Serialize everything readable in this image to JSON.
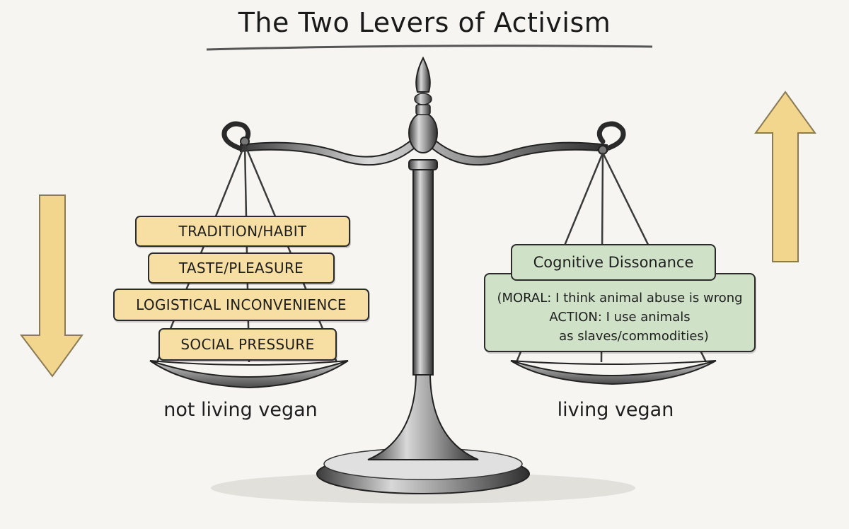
{
  "title": "The Two Levers of Activism",
  "left_pan": {
    "items": [
      "TRADITION/HABIT",
      "TASTE/PLEASURE",
      "LOGISTICAL INCONVENIENCE",
      "SOCIAL PRESSURE"
    ],
    "label": "not living vegan",
    "color": "#f7dfa3"
  },
  "right_pan": {
    "heading": "Cognitive Dissonance",
    "lines": [
      "(MORAL: I think animal abuse is wrong",
      "ACTION: I use animals",
      "as slaves/commodities)"
    ],
    "label": "living vegan",
    "color": "#cfe2c8"
  },
  "arrows": {
    "left": "down-arrow-icon",
    "right": "up-arrow-icon",
    "color": "#f3d68e"
  }
}
